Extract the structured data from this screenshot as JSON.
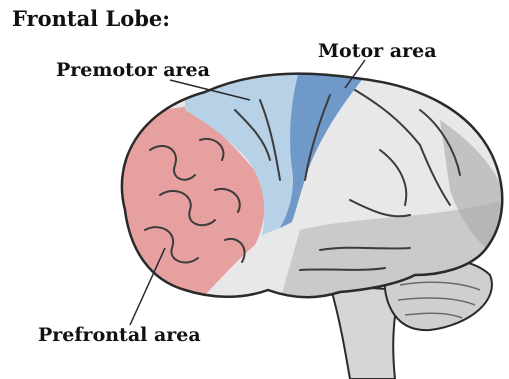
{
  "title": "Frontal Lobe:",
  "labels": {
    "motor": "Motor area",
    "premotor": "Premotor area",
    "prefrontal": "Prefrontal area"
  },
  "colors": {
    "prefrontal": "#e7a0a0",
    "premotor": "#b7d1e6",
    "motor": "#6f99c8",
    "brain": "#e8e8e8",
    "shadow": "#9a9a9a",
    "outline": "#2a2a2a"
  }
}
